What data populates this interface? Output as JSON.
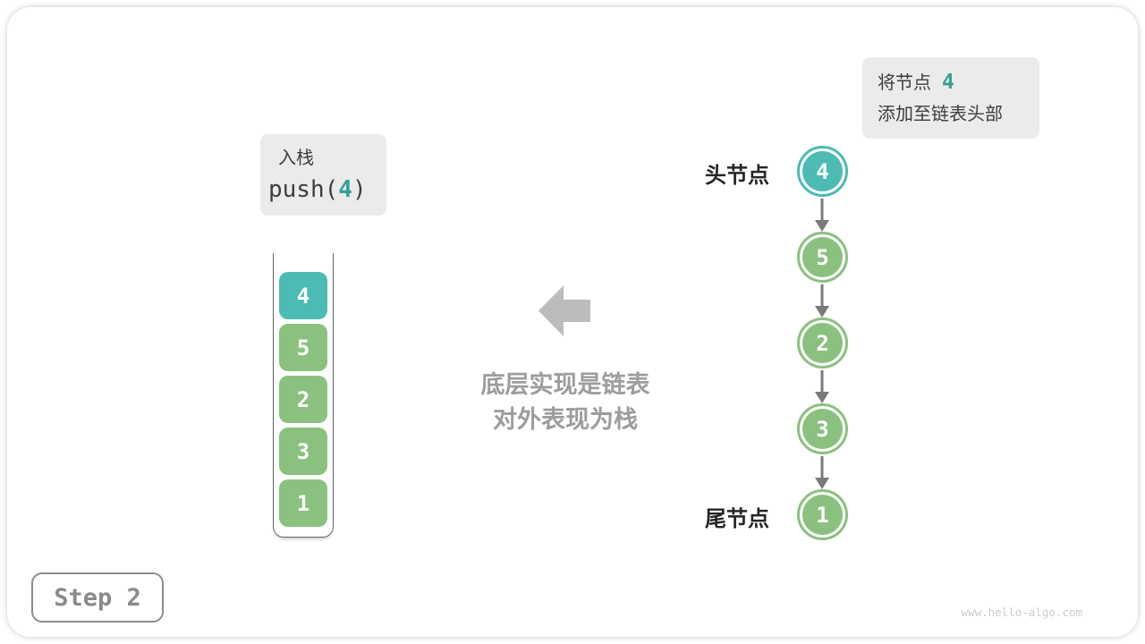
{
  "colors": {
    "teal": "#4CBBB4",
    "green": "#8BC17F",
    "accent": "#35A095",
    "gray_arrow": "#BCBCBC",
    "node_arrow": "#7A7A7A"
  },
  "annotation": {
    "line1_prefix": "将节点",
    "value": "4",
    "line2": "添加至链表头部"
  },
  "operation": {
    "title": "入栈",
    "code_prefix": "push(",
    "code_value": "4",
    "code_suffix": ")"
  },
  "stack": {
    "items": [
      {
        "value": "4",
        "color": "teal"
      },
      {
        "value": "5",
        "color": "green"
      },
      {
        "value": "2",
        "color": "green"
      },
      {
        "value": "3",
        "color": "green"
      },
      {
        "value": "1",
        "color": "green"
      }
    ]
  },
  "linked_list": {
    "head_label": "头节点",
    "tail_label": "尾节点",
    "nodes": [
      {
        "value": "4",
        "color": "teal"
      },
      {
        "value": "5",
        "color": "green"
      },
      {
        "value": "2",
        "color": "green"
      },
      {
        "value": "3",
        "color": "green"
      },
      {
        "value": "1",
        "color": "green"
      }
    ]
  },
  "caption": {
    "line1": "底层实现是链表",
    "line2": "对外表现为栈"
  },
  "step": {
    "label": "Step 2"
  },
  "watermark": "www.hello-algo.com"
}
